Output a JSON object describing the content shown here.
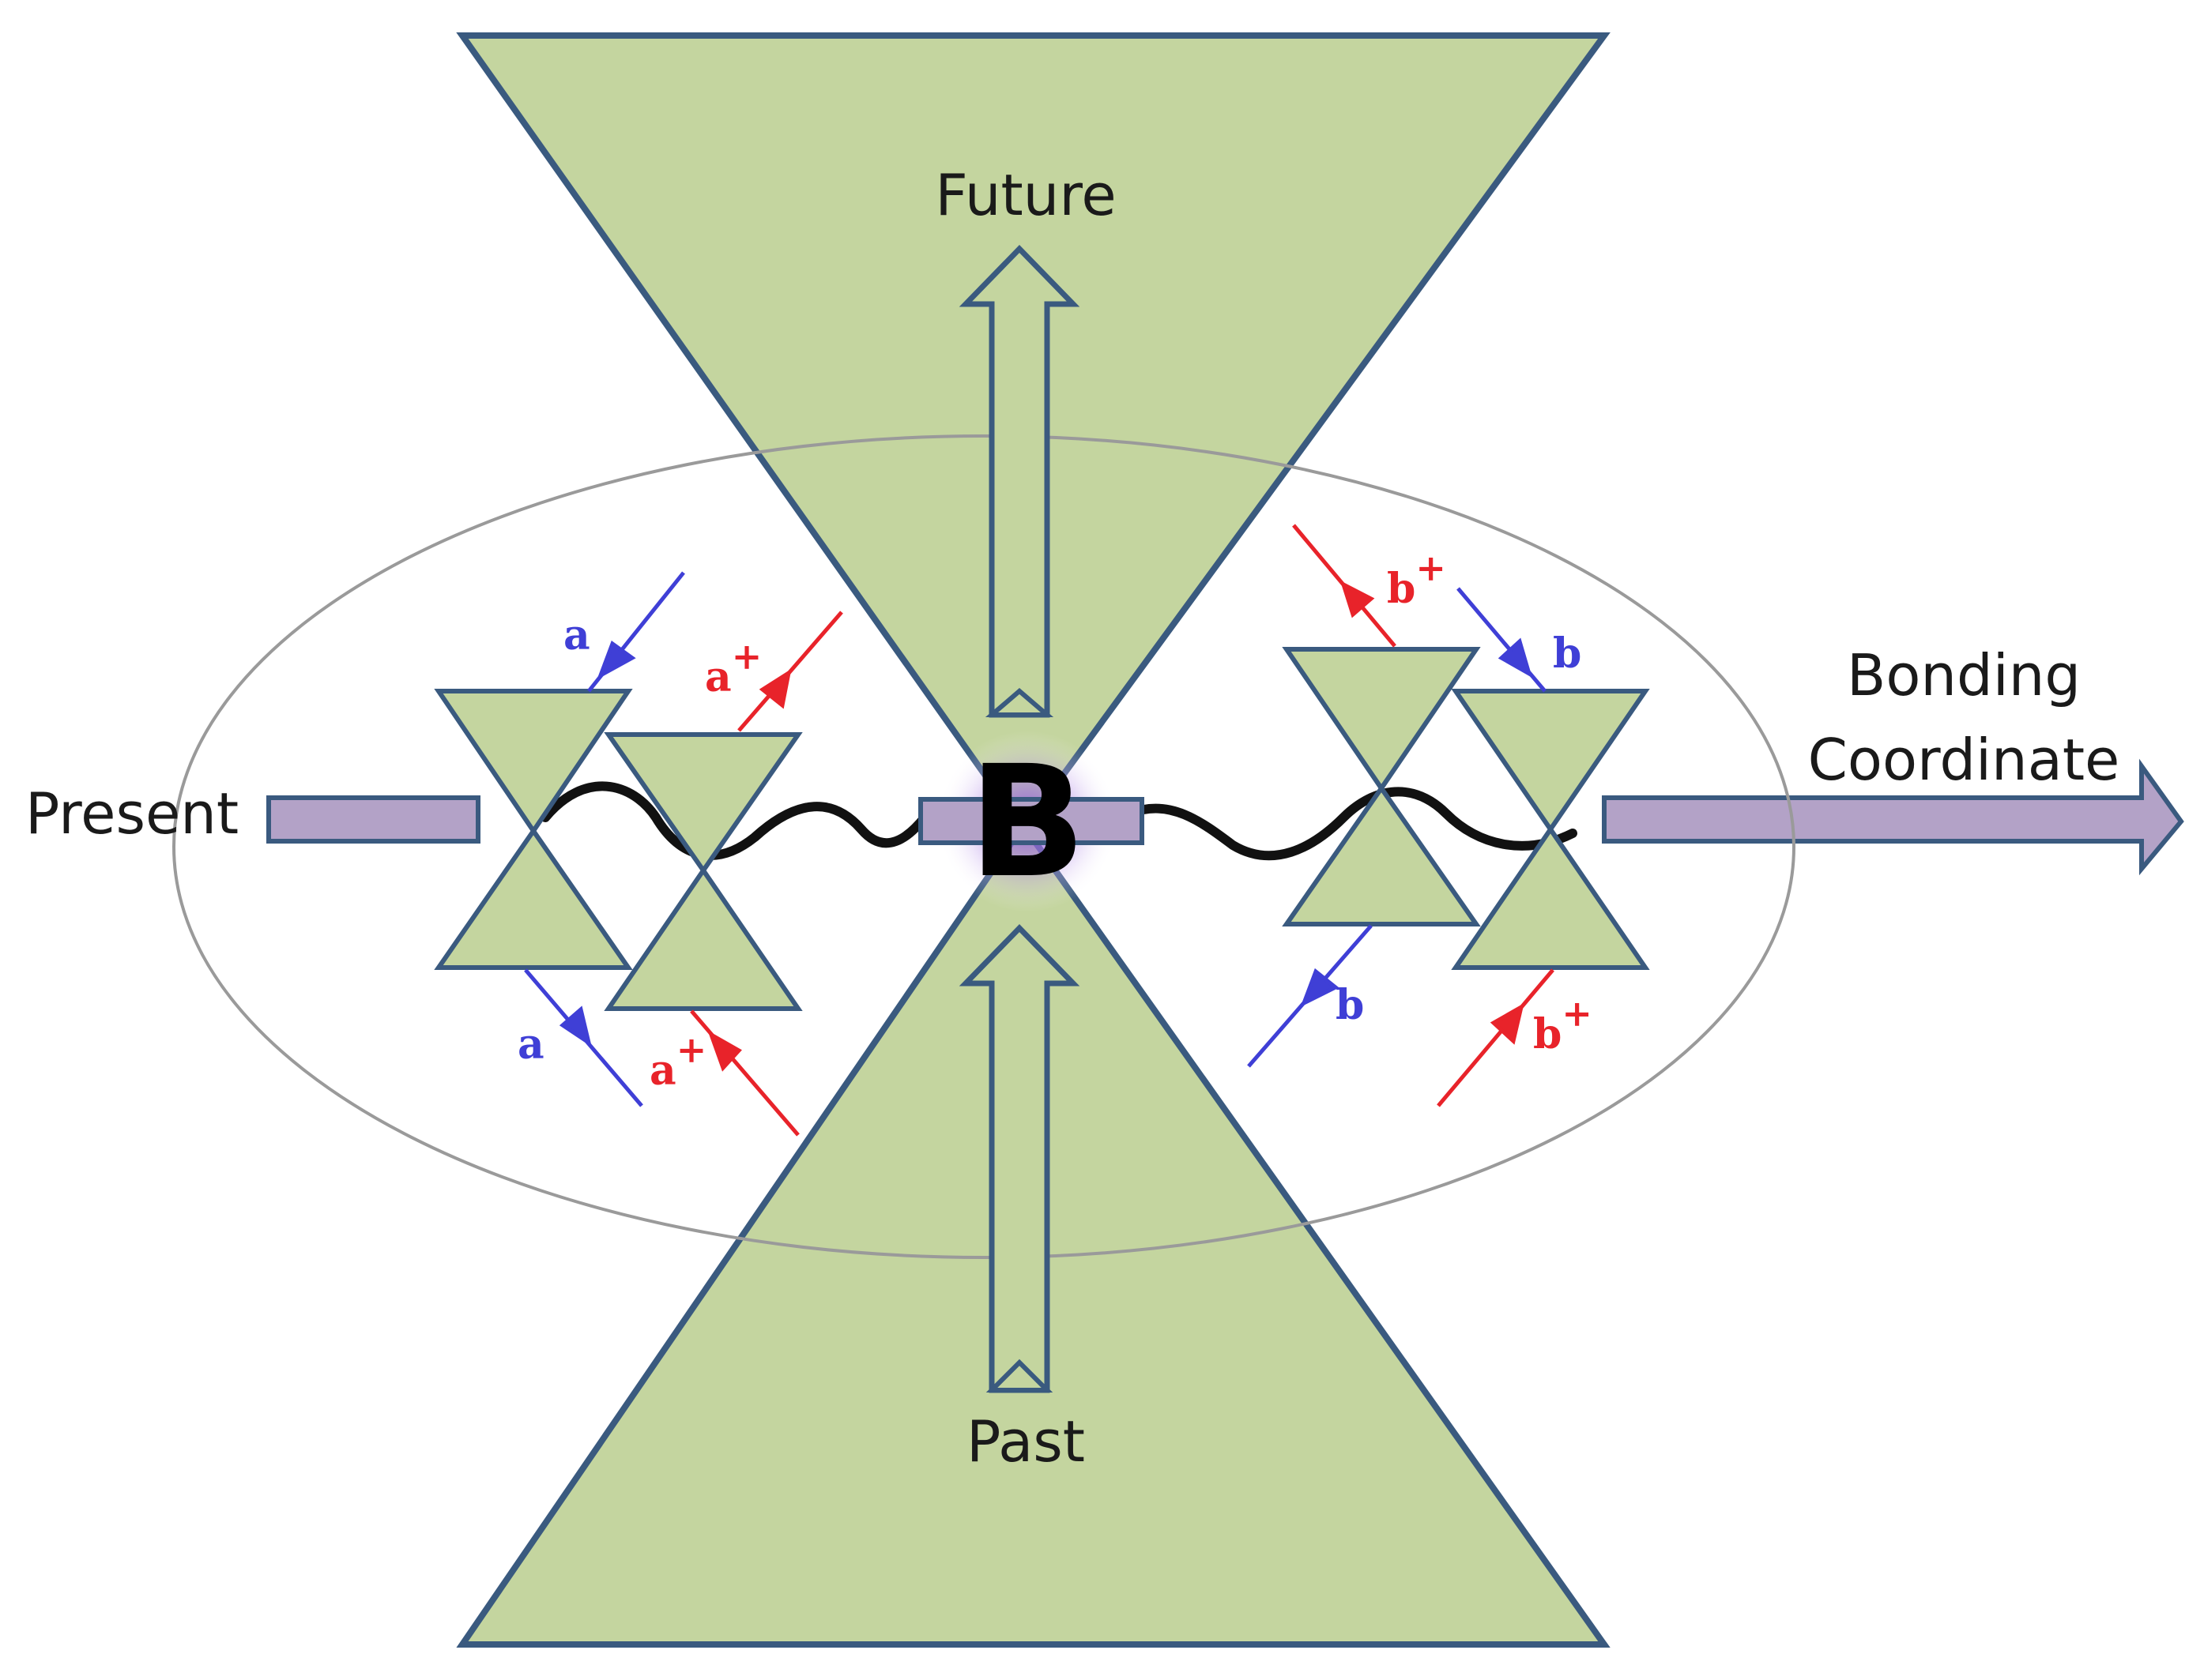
{
  "labels": {
    "future": "Future",
    "past": "Past",
    "present": "Present",
    "bonding_line1": "Bonding",
    "bonding_line2": "Coordinate",
    "center": "B"
  },
  "operators": {
    "a": "a",
    "a_plus_base": "a",
    "b": "b",
    "b_plus_base": "b",
    "plus": "+"
  },
  "colors": {
    "cone_fill": "#c4d59f",
    "cone_stroke": "#3a5a7f",
    "bar_fill": "#b3a2c7",
    "blue_arrow": "#3f3fd6",
    "red_arrow": "#e8232a",
    "ellipse": "#9a9a9a",
    "glow": "#8a4fd8"
  }
}
